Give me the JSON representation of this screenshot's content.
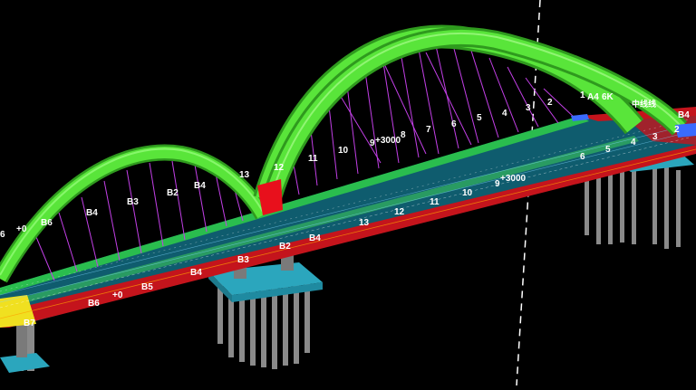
{
  "viewport": {
    "background": "#000000",
    "colors": {
      "arch": "#59e53a",
      "arch_dark": "#2f9a1e",
      "arch_foot": "#e8101c",
      "deck_road": "#0f5c6e",
      "deck_edge": "#c4141c",
      "deck_side": "#2ec84a",
      "hanger": "#c23fe6",
      "pier_cap": "#2ba6bd",
      "pile": "#8a8a8a",
      "label": "#ffffff"
    },
    "labels": {
      "l_6": "6",
      "l_0_left": "+0",
      "l_B6_top": "B6",
      "l_B4_a": "B4",
      "l_B3_top": "B3",
      "l_B2_top": "B2",
      "l_B4_b": "B4",
      "l_13_top": "13",
      "l_12_top": "12",
      "l_11_top": "11",
      "l_10_top": "10",
      "l_9_top": "9",
      "l_3000_top": "+3000",
      "l_8_top": "8",
      "l_7_top": "7",
      "l_6_top": "6",
      "l_5_top": "5",
      "l_4_top": "4",
      "l_3_top": "3",
      "l_2_top": "2",
      "l_1_top": "1",
      "l_A4": "A4",
      "l_6K": "6K",
      "l_zhongxian": "中线线",
      "l_Bcut": "B4",
      "l_3_right": "3",
      "l_2_right": "2",
      "l_4_right": "4",
      "l_5_right": "5",
      "l_6_right": "6",
      "l_3000_bot": "+3000",
      "l_9_bot": "9",
      "l_10_bot": "10",
      "l_11_bot": "11",
      "l_12_bot": "12",
      "l_13_bot": "13",
      "l_B2_bot": "B2",
      "l_B4_bot": "B4",
      "l_B3_bot": "B3",
      "l_B4_bot2": "B4",
      "l_B5": "B5",
      "l_0_bot": "+0",
      "l_B6_bot": "B6",
      "l_B7": "B7"
    }
  }
}
